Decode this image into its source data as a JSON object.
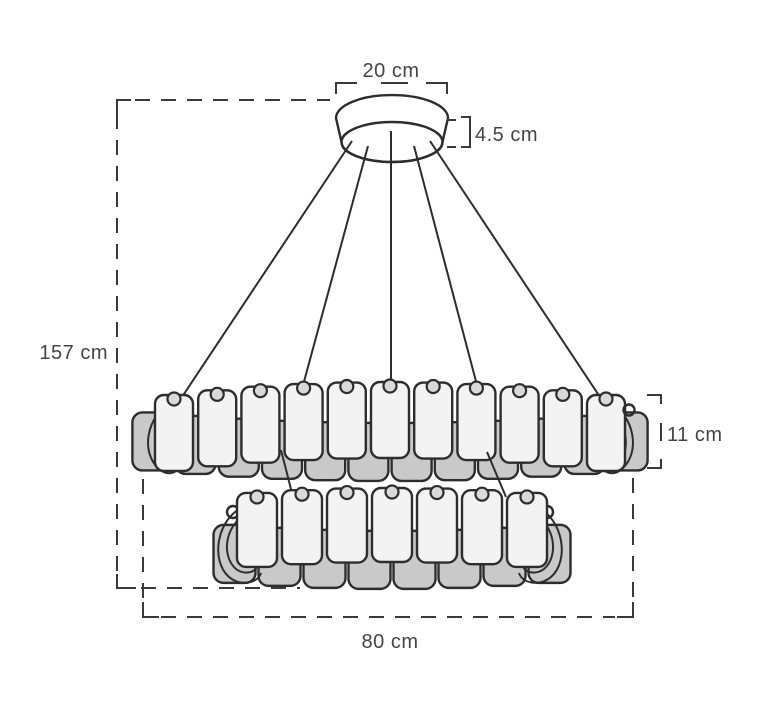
{
  "figure": {
    "description": "Two-tier crystal chandelier dimension diagram",
    "dimensions": {
      "canopy_width": "20 cm",
      "canopy_height": "4.5 cm",
      "overall_height": "157 cm",
      "tier_height": "11 cm",
      "overall_width": "80 cm"
    },
    "tiers": [
      {
        "name": "upper",
        "front_panel_count": 11
      },
      {
        "name": "lower",
        "front_panel_count": 7
      }
    ],
    "cable_count": 5,
    "colors": {
      "outline": "#2d2d2d",
      "dimension_line": "#3a3a3a",
      "label_text": "#454545",
      "panel_white": "#f3f3f3",
      "panel_gray": "#c9c9c9",
      "bead_gray": "#d9d9d9",
      "canopy_side": "#ececec",
      "canopy_base": "#d5d5d5",
      "background": "#ffffff"
    }
  }
}
